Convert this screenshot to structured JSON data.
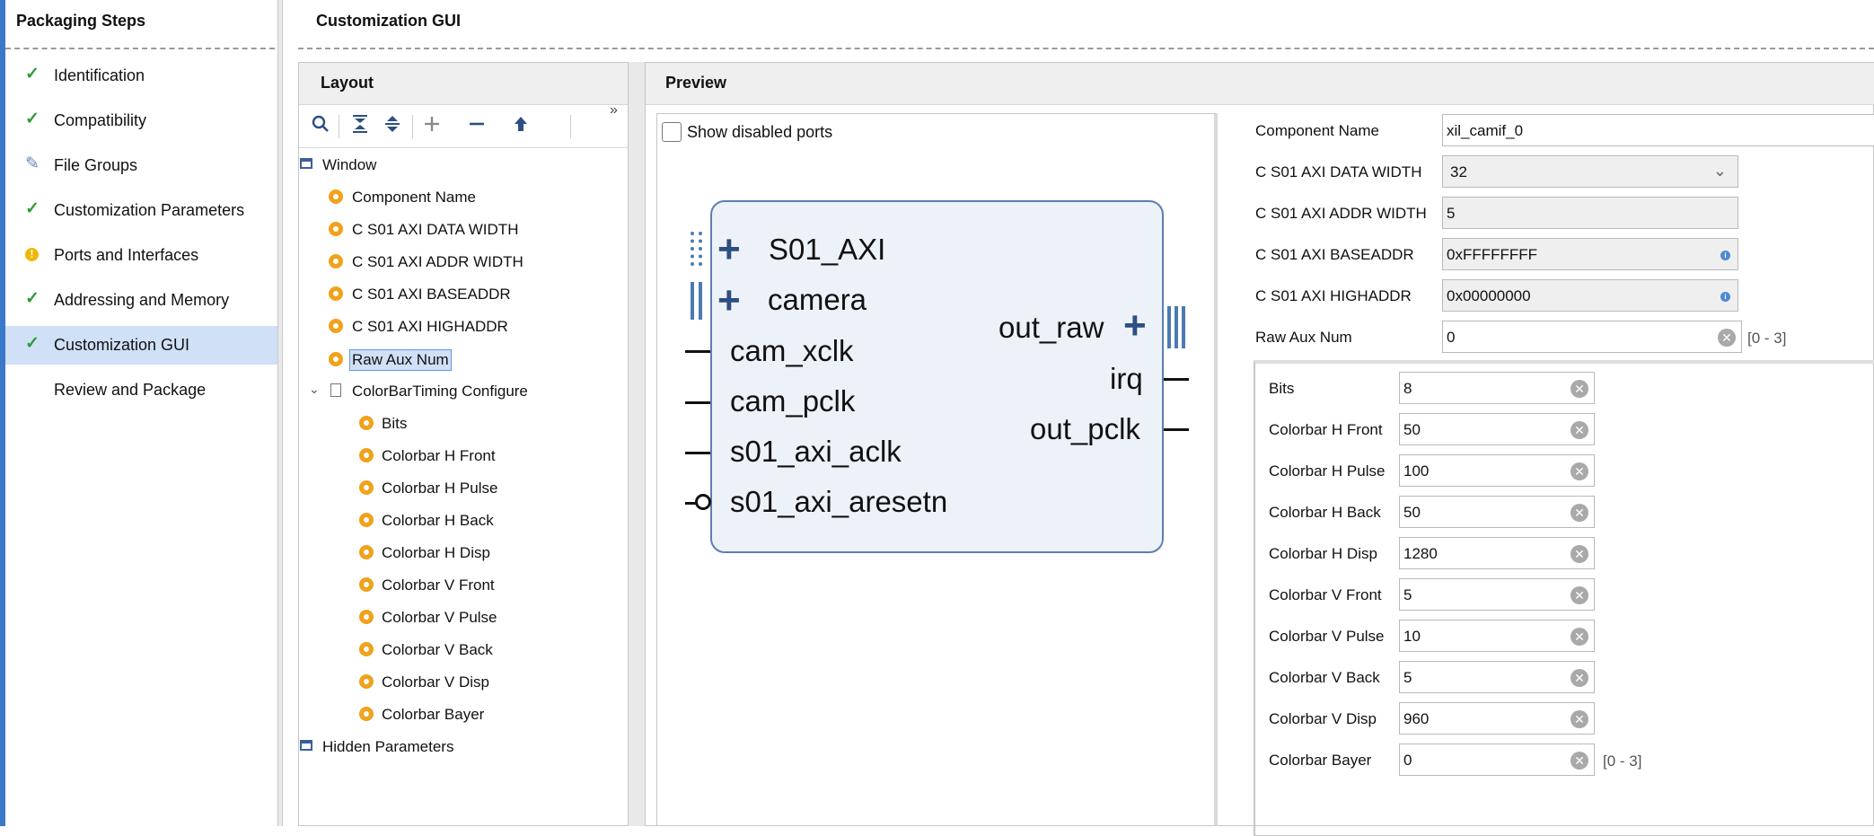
{
  "packaging": {
    "title": "Packaging Steps",
    "steps": [
      {
        "label": "Identification",
        "status": "check"
      },
      {
        "label": "Compatibility",
        "status": "check"
      },
      {
        "label": "File Groups",
        "status": "edit"
      },
      {
        "label": "Customization Parameters",
        "status": "check"
      },
      {
        "label": "Ports and Interfaces",
        "status": "warning"
      },
      {
        "label": "Addressing and Memory",
        "status": "check"
      },
      {
        "label": "Customization GUI",
        "status": "check",
        "selected": true
      },
      {
        "label": "Review and Package",
        "status": "none"
      }
    ]
  },
  "gui": {
    "title": "Customization GUI"
  },
  "layout": {
    "title": "Layout",
    "toolbar": [
      "search-icon",
      "collapse-all-icon",
      "expand-all-icon",
      "add-icon",
      "remove-icon",
      "move-up-icon"
    ],
    "more": "»",
    "tree": {
      "window": "Window",
      "params": [
        "Component Name",
        "C S01 AXI DATA WIDTH",
        "C S01 AXI ADDR WIDTH",
        "C S01 AXI BASEADDR",
        "C S01 AXI HIGHADDR",
        "Raw Aux Num"
      ],
      "group": "ColorBarTiming Configure",
      "group_params": [
        "Bits",
        "Colorbar H Front",
        "Colorbar H Pulse",
        "Colorbar H Back",
        "Colorbar H Disp",
        "Colorbar V Front",
        "Colorbar V Pulse",
        "Colorbar V Back",
        "Colorbar V Disp",
        "Colorbar Bayer"
      ],
      "hidden": "Hidden Parameters"
    }
  },
  "preview": {
    "title": "Preview",
    "show_disabled_ports": "Show disabled ports",
    "ports_left": [
      "S01_AXI",
      "camera",
      "cam_xclk",
      "cam_pclk",
      "s01_axi_aclk",
      "s01_axi_aresetn"
    ],
    "ports_right": [
      "out_raw",
      "irq",
      "out_pclk"
    ],
    "params": [
      {
        "label": "Component Name",
        "value": "xil_camif_0",
        "kind": "text"
      },
      {
        "label": "C S01 AXI DATA WIDTH",
        "value": "32",
        "kind": "select"
      },
      {
        "label": "C S01 AXI ADDR WIDTH",
        "value": "5",
        "kind": "readonly"
      },
      {
        "label": "C S01 AXI BASEADDR",
        "value": "0xFFFFFFFF",
        "kind": "readonly-info"
      },
      {
        "label": "C S01 AXI HIGHADDR",
        "value": "0x00000000",
        "kind": "readonly-info"
      },
      {
        "label": "Raw Aux Num",
        "value": "0",
        "kind": "clear",
        "range": "[0 - 3]"
      }
    ],
    "group_params": [
      {
        "label": "Bits",
        "value": "8"
      },
      {
        "label": "Colorbar H Front",
        "value": "50"
      },
      {
        "label": "Colorbar H Pulse",
        "value": "100"
      },
      {
        "label": "Colorbar H Back",
        "value": "50"
      },
      {
        "label": "Colorbar H Disp",
        "value": "1280"
      },
      {
        "label": "Colorbar V Front",
        "value": "5"
      },
      {
        "label": "Colorbar V Pulse",
        "value": "10"
      },
      {
        "label": "Colorbar V Back",
        "value": "5"
      },
      {
        "label": "Colorbar V Disp",
        "value": "960"
      },
      {
        "label": "Colorbar Bayer",
        "value": "0",
        "range": "[0 - 3]"
      }
    ]
  },
  "colors": {
    "accent": "#3a78c9",
    "selection": "#cfe0f7",
    "ok": "#2f9a39",
    "warning": "#f2b705",
    "gear": "#f0a21a",
    "block": "#edf2f9",
    "block_border": "#5d7fae"
  }
}
